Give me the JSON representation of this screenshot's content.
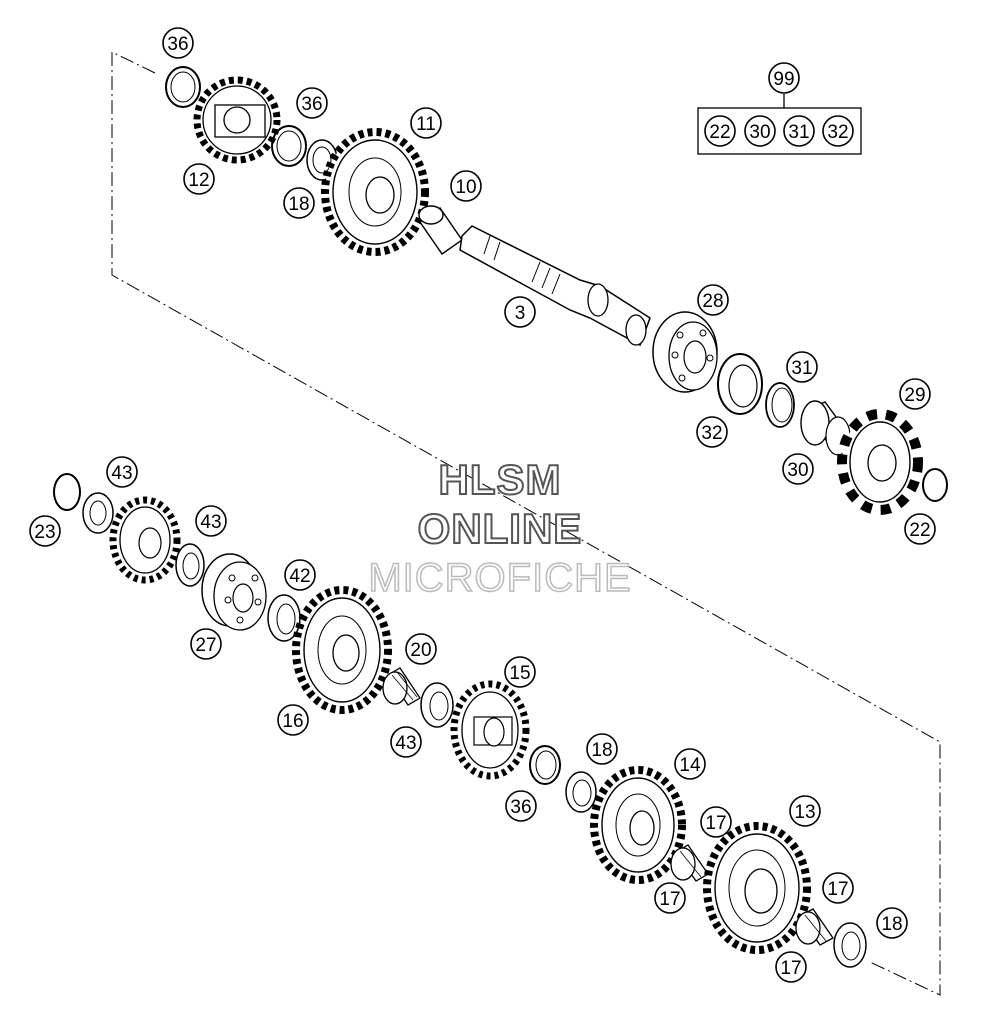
{
  "watermark": {
    "line1": "HLSM",
    "line2": "ONLINE",
    "line3": "MICROFICHE"
  },
  "kit": {
    "label": "99",
    "members": [
      "22",
      "30",
      "31",
      "32"
    ]
  },
  "callouts": {
    "c36a": "36",
    "c12": "12",
    "c36b": "36",
    "c18a": "18",
    "c11": "11",
    "c10": "10",
    "c3": "3",
    "c28": "28",
    "c31": "31",
    "c32": "32",
    "c29": "29",
    "c30": "30",
    "c22": "22",
    "c43a": "43",
    "c23": "23",
    "c43b": "43",
    "c42": "42",
    "c27": "27",
    "c20": "20",
    "c16": "16",
    "c15": "15",
    "c43c": "43",
    "c18b": "18",
    "c36c": "36",
    "c14": "14",
    "c17a": "17",
    "c17b": "17",
    "c13": "13",
    "c17c": "17",
    "c18c": "18",
    "c17d": "17"
  }
}
